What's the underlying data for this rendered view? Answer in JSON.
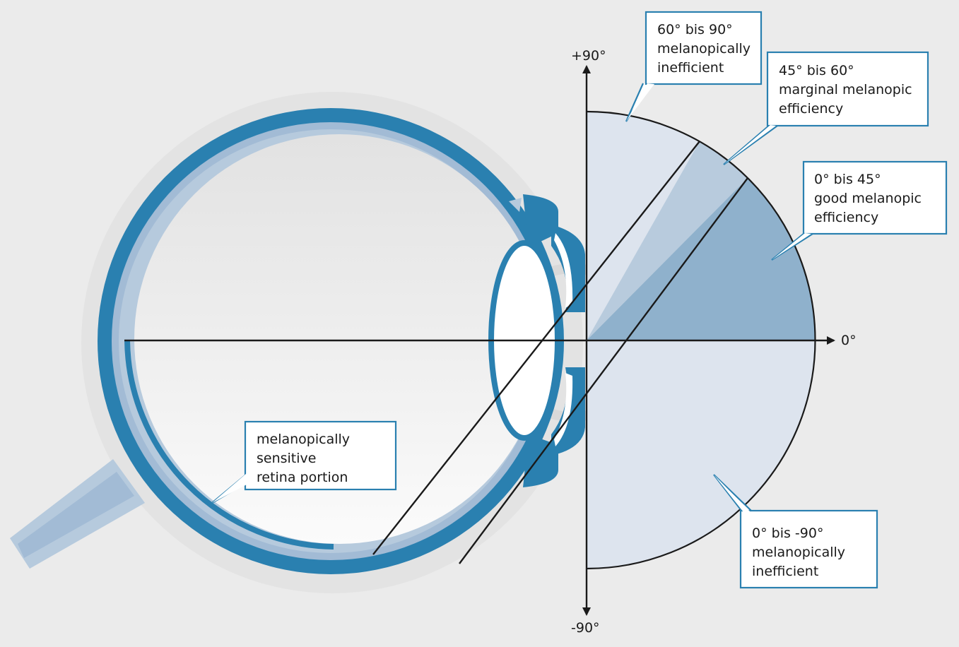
{
  "colors": {
    "background": "#ebebeb",
    "eye_blue": "#2a80b0",
    "light_blue": "#b6cadd",
    "mid_blue": "#a2bbd5",
    "zone_inefficient": "#dde4ee",
    "zone_marginal": "#b8cbdd",
    "zone_good": "#8fb1cc",
    "callout_border": "#2a80b0"
  },
  "axis": {
    "top_label": "+90°",
    "bottom_label": "-90°",
    "right_label": "0°"
  },
  "zones": [
    {
      "from_deg": 60,
      "to_deg": 90,
      "level": "inefficient"
    },
    {
      "from_deg": 45,
      "to_deg": 60,
      "level": "marginal"
    },
    {
      "from_deg": 0,
      "to_deg": 45,
      "level": "good"
    },
    {
      "from_deg": -90,
      "to_deg": 0,
      "level": "inefficient"
    }
  ],
  "callouts": {
    "zone_60_90": {
      "line1": "60° bis 90°",
      "line2": "melanopically",
      "line3": "inefficient"
    },
    "zone_45_60": {
      "line1": "45° bis 60°",
      "line2": "marginal melanopic",
      "line3": "efficiency"
    },
    "zone_0_45": {
      "line1": "0° bis 45°",
      "line2": "good melanopic",
      "line3": "efficiency"
    },
    "zone_0_m90": {
      "line1": "0° bis -90°",
      "line2": "melanopically",
      "line3": "inefficient"
    },
    "retina": {
      "line1": "melanopically",
      "line2": "sensitive",
      "line3": "retina portion"
    }
  }
}
